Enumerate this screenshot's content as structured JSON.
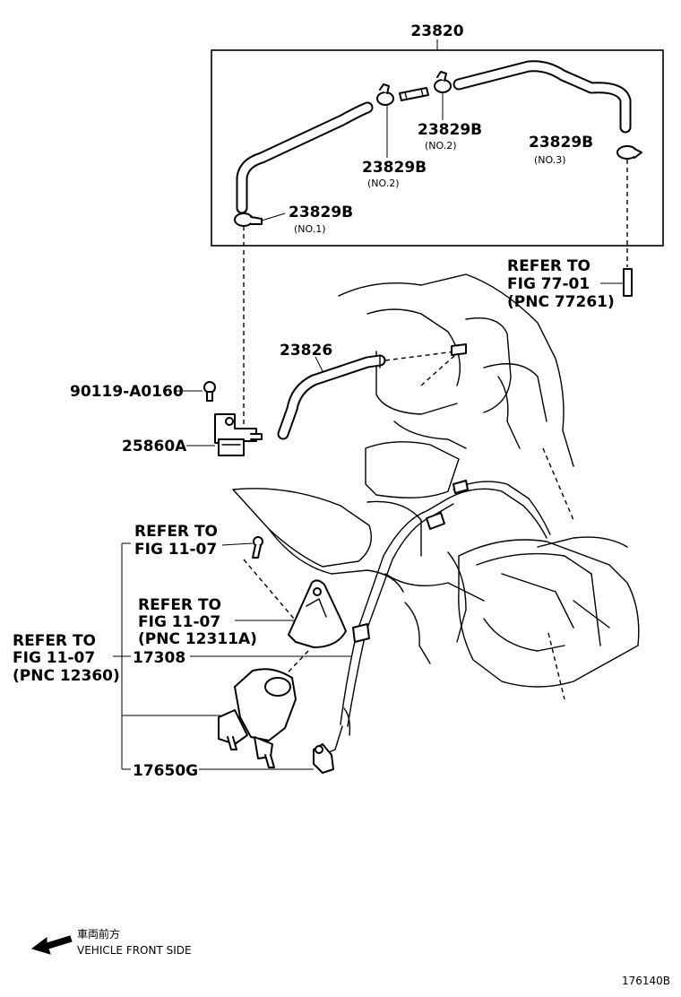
{
  "diagram": {
    "labels": {
      "assembly": "23820",
      "clamp_no2_upper": "23829B",
      "clamp_no2_upper_note": "(NO.2)",
      "clamp_no2_lower": "23829B",
      "clamp_no2_lower_note": "(NO.2)",
      "clamp_no3": "23829B",
      "clamp_no3_note": "(NO.3)",
      "clamp_no1": "23829B",
      "clamp_no1_note": "(NO.1)",
      "hose": "23826",
      "bolt": "90119-A0160",
      "vsv": "25860A",
      "bracket": "17308",
      "stay": "17650G"
    },
    "refs": {
      "fig77": [
        "REFER TO",
        "FIG 77-01",
        "(PNC 77261)"
      ],
      "fig11_bolt": [
        "REFER TO",
        "FIG 11-07"
      ],
      "fig11_12311": [
        "REFER TO",
        "FIG 11-07",
        "(PNC 12311A)"
      ],
      "fig11_12360": [
        "REFER TO",
        "FIG 11-07",
        "(PNC 12360)"
      ]
    },
    "footer": {
      "direction_jp": "車両前方",
      "direction_en": "VEHICLE FRONT SIDE",
      "figure_id": "176140B"
    },
    "colors": {
      "ink": "#000000",
      "paper": "#ffffff"
    }
  }
}
